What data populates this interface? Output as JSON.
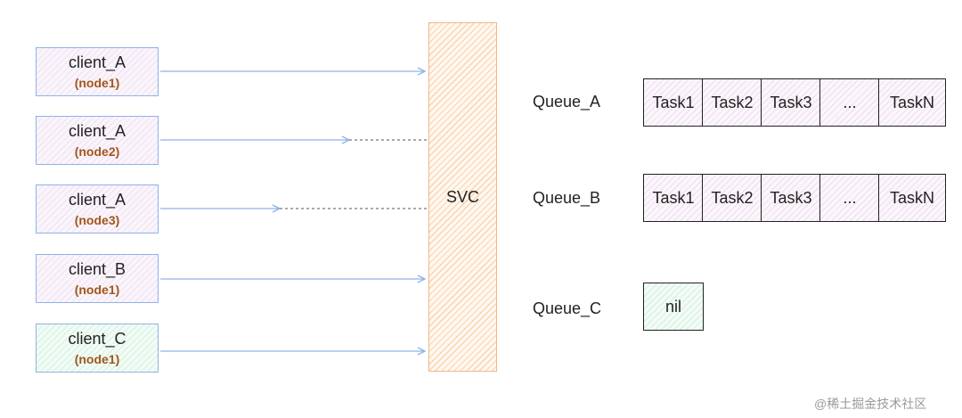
{
  "clients": [
    {
      "name": "client_A",
      "node": "(node1)",
      "style": "pink"
    },
    {
      "name": "client_A",
      "node": "(node2)",
      "style": "pink"
    },
    {
      "name": "client_A",
      "node": "(node3)",
      "style": "pink"
    },
    {
      "name": "client_B",
      "node": "(node1)",
      "style": "pink"
    },
    {
      "name": "client_C",
      "node": "(node1)",
      "style": "green"
    }
  ],
  "svc_label": "SVC",
  "queues": [
    {
      "label": "Queue_A",
      "tasks": [
        "Task1",
        "Task2",
        "Task3",
        "...",
        "TaskN"
      ]
    },
    {
      "label": "Queue_B",
      "tasks": [
        "Task1",
        "Task2",
        "Task3",
        "...",
        "TaskN"
      ]
    },
    {
      "label": "Queue_C",
      "tasks": [
        "nil"
      ]
    }
  ],
  "watermark": "@稀土掘金技术社区",
  "colors": {
    "client_border": "#8db3e8",
    "node_text": "#a0561a",
    "svc_border": "#f3b884",
    "arrow": "#8db3e8",
    "dashed": "#777777"
  }
}
